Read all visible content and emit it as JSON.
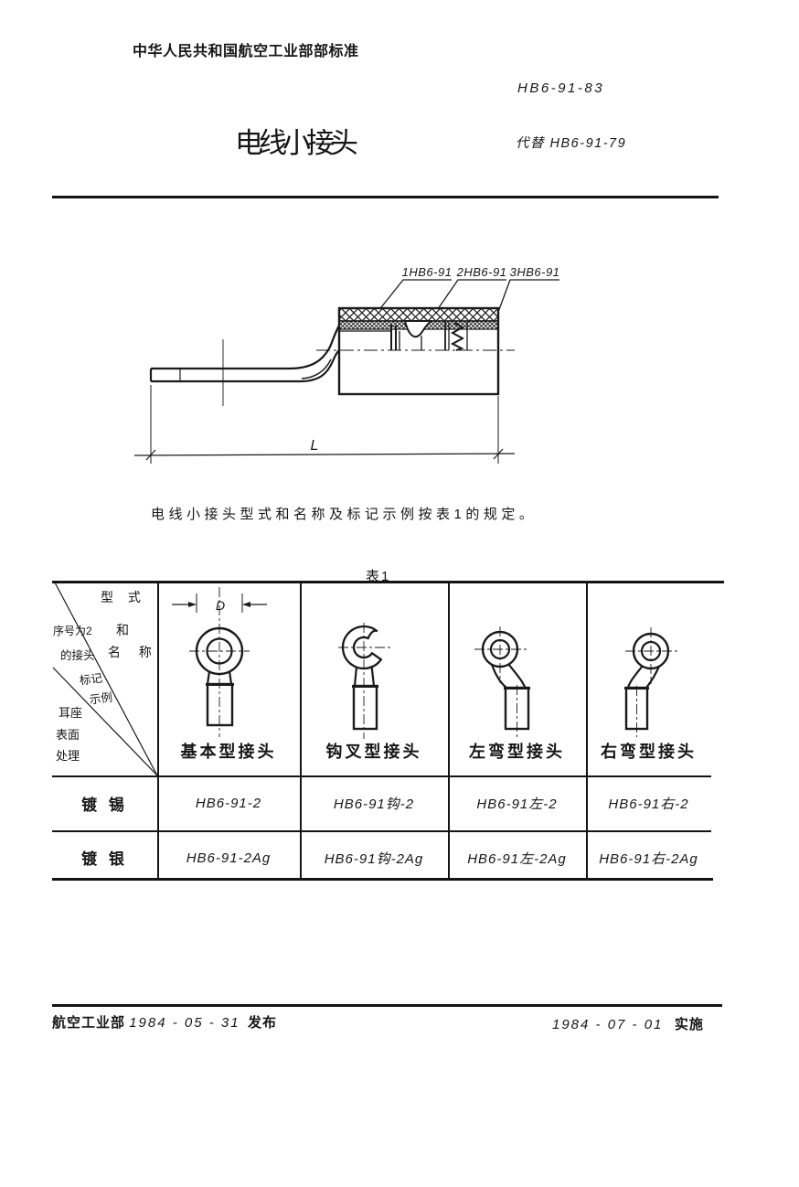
{
  "page": {
    "ministry_standard": "中华人民共和国航空工业部部标准",
    "standard_number": "HB6-91-83",
    "title": "电线小接头",
    "replaces": "代替 HB6-91-79"
  },
  "figure": {
    "part_labels": [
      "1HB6-91",
      "2HB6-91",
      "3HB6-91"
    ],
    "length_label": "L"
  },
  "intro": {
    "text": "电线小接头型式和名称及标记示例按表1的规定。"
  },
  "table": {
    "caption": "表1",
    "diameter_label": "D",
    "corner": {
      "type_name": [
        "型 式",
        "和",
        "名 称"
      ],
      "marking": [
        "序号为2",
        "的接头",
        "标记",
        "示例"
      ],
      "surface": [
        "耳座",
        "表面",
        "处理"
      ]
    },
    "type_names": [
      "基本型接头",
      "钩叉型接头",
      "左弯型接头",
      "右弯型接头"
    ],
    "rows": [
      {
        "plating": "镀 锡",
        "values": [
          "HB6-91-2",
          "HB6-91钩-2",
          "HB6-91左-2",
          "HB6-91右-2"
        ]
      },
      {
        "plating": "镀 银",
        "values": [
          "HB6-91-2Ag",
          "HB6-91钩-2Ag",
          "HB6-91左-2Ag",
          "HB6-91右-2Ag"
        ]
      }
    ]
  },
  "footer": {
    "issuer": "航空工业部",
    "issue_date": "1984 - 05 - 31",
    "issue_action": "发布",
    "impl_date": "1984 - 07 - 01",
    "impl_action": "实施"
  },
  "colors": {
    "ink": "#161616",
    "paper": "#ffffff"
  }
}
